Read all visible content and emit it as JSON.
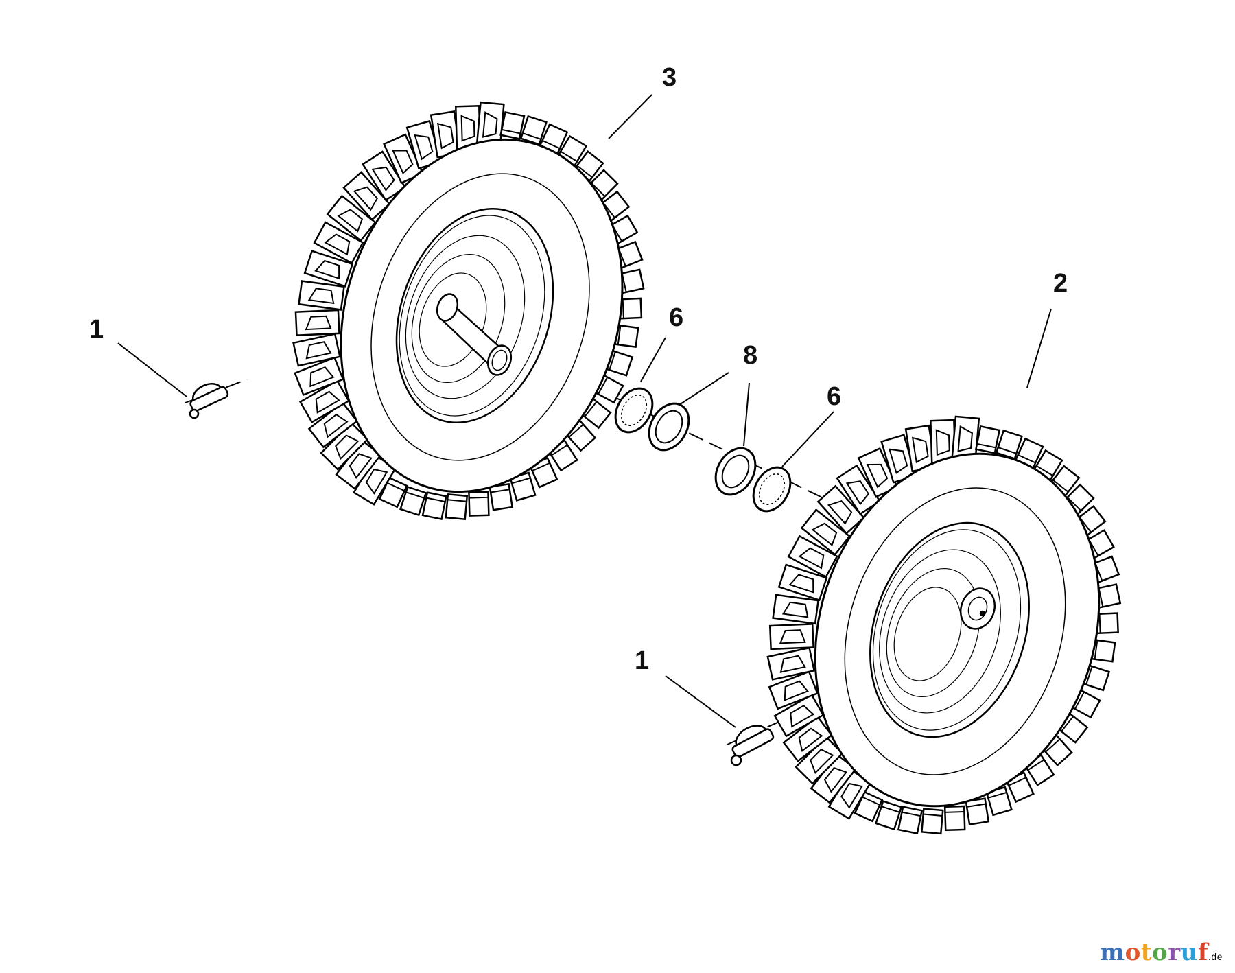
{
  "callouts": [
    {
      "id": "c1a",
      "label": "1"
    },
    {
      "id": "c3",
      "label": "3"
    },
    {
      "id": "c6a",
      "label": "6"
    },
    {
      "id": "c8",
      "label": "8"
    },
    {
      "id": "c6b",
      "label": "6"
    },
    {
      "id": "c2",
      "label": "2"
    },
    {
      "id": "c1b",
      "label": "1"
    }
  ],
  "watermark": {
    "letters": [
      "m",
      "o",
      "t",
      "o",
      "r",
      "u",
      "f"
    ],
    "suffix": ".de",
    "colors": [
      "#3b6fb6",
      "#e0552b",
      "#f2a31b",
      "#53a548",
      "#8a55a8",
      "#2a9fd8",
      "#d6452b"
    ]
  },
  "colors": {
    "line": "#000000",
    "face": "#ffffff"
  }
}
